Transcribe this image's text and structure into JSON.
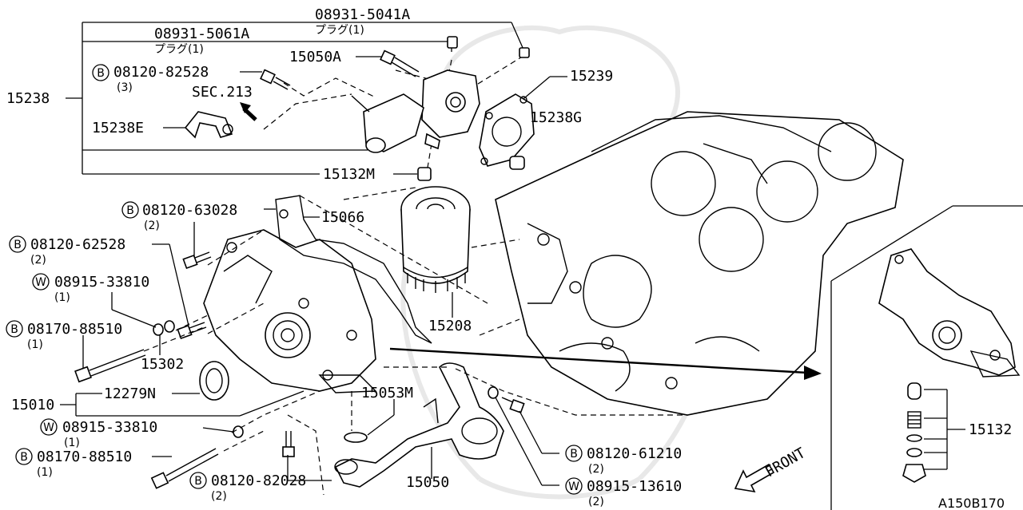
{
  "labels": {
    "p_08931_5041A": "08931-5041A",
    "plug1_a": "プラグ(1)",
    "p_08931_5061A": "08931-5061A",
    "plug1_b": "プラグ(1)",
    "p_15050A": "15050A",
    "b1_code": "08120-82528",
    "b1_qty": "(3)",
    "p_15238": "15238",
    "sec213": "SEC.213",
    "p_15239": "15239",
    "p_15238G": "15238G",
    "p_15238E": "15238E",
    "p_15132M": "15132M",
    "b2_code": "08120-63028",
    "b2_qty": "(2)",
    "p_15066": "15066",
    "b3_code": "08120-62528",
    "b3_qty": "(2)",
    "w1_code": "08915-33810",
    "w1_qty": "(1)",
    "b4_code": "08170-88510",
    "b4_qty": "(1)",
    "p_15302": "15302",
    "p_15208": "15208",
    "p_15010": "15010",
    "p_12279N": "12279N",
    "p_15053M": "15053M",
    "w2_code": "08915-33810",
    "w2_qty": "(1)",
    "b5_code": "08170-88510",
    "b5_qty": "(1)",
    "b6_code": "08120-82028",
    "b6_qty": "(2)",
    "p_15050": "15050",
    "b7_code": "08120-61210",
    "b7_qty": "(2)",
    "w3_code": "08915-13610",
    "w3_qty": "(2)",
    "front": "FRONT",
    "p_15132": "15132",
    "fig_code": "A150B170"
  },
  "markers": {
    "bolt": "B",
    "washer": "W"
  },
  "colors": {
    "line": "#000000",
    "watermark": "#e8e8e8",
    "background": "#ffffff"
  }
}
